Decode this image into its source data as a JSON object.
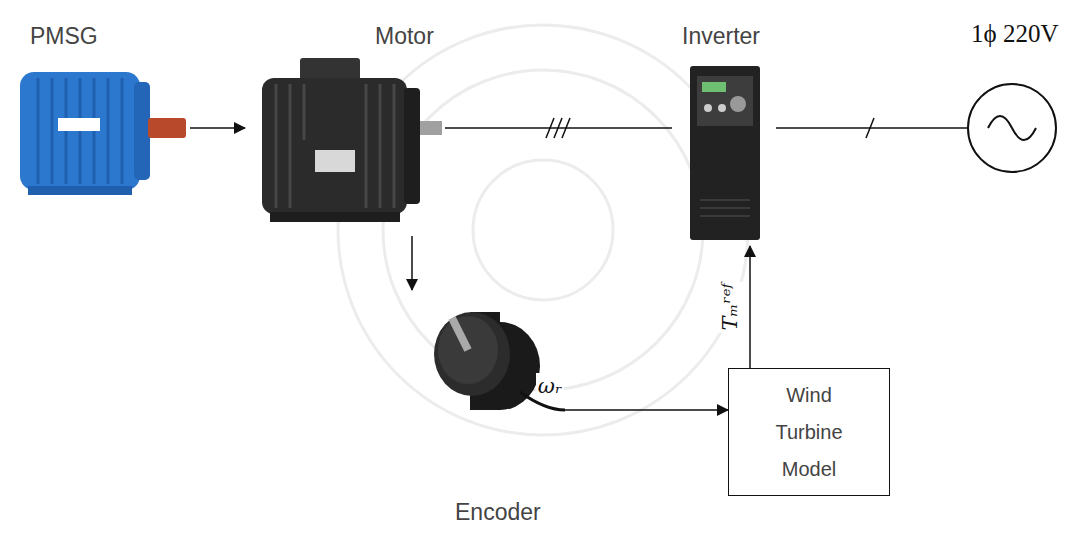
{
  "diagram": {
    "nodes": [
      {
        "text": [
          "PMSG"
        ]
      },
      {
        "text": [
          "Motor"
        ]
      },
      {
        "text": [
          "Inverter"
        ]
      },
      {
        "text": [
          "1ϕ 220V"
        ]
      },
      {
        "text": [
          "Encoder"
        ]
      },
      {
        "text": [
          "Wind Turbine Model"
        ]
      }
    ],
    "edges": [
      {
        "from": 0,
        "to": 1,
        "arrow": "to"
      },
      {
        "from": 1,
        "to": 2,
        "arrow": "none"
      },
      {
        "from": 2,
        "to": 3,
        "arrow": "none"
      },
      {
        "from": 1,
        "to": 4,
        "arrow": "to"
      },
      {
        "from": 4,
        "to": 5,
        "label": "ωᵣ",
        "arrow": "to"
      },
      {
        "from": 5,
        "to": 2,
        "label": "Tₘʳᵉᶠ",
        "arrow": "to"
      }
    ]
  }
}
